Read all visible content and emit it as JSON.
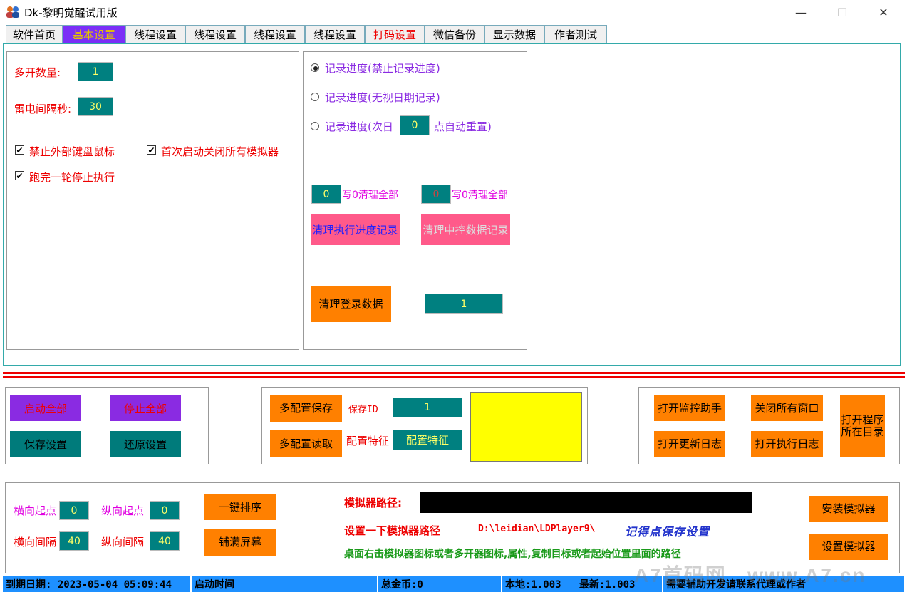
{
  "window": {
    "title": "Dk-黎明觉醒试用版",
    "minimize": "—",
    "maximize": "☐",
    "close": "✕"
  },
  "tabs": [
    {
      "label": "软件首页"
    },
    {
      "label": "基本设置"
    },
    {
      "label": "线程设置"
    },
    {
      "label": "线程设置"
    },
    {
      "label": "线程设置"
    },
    {
      "label": "线程设置"
    },
    {
      "label": "打码设置"
    },
    {
      "label": "微信备份"
    },
    {
      "label": "显示数据"
    },
    {
      "label": "作者测试"
    }
  ],
  "left_panel": {
    "multi_open_label": "多开数量:",
    "multi_open_value": "1",
    "interval_label": "雷电间隔秒:",
    "interval_value": "30",
    "check1": {
      "label": "禁止外部键盘鼠标",
      "mark": "✔"
    },
    "check2": {
      "label": "首次启动关闭所有模拟器",
      "mark": "✔"
    },
    "check3": {
      "label": "跑完一轮停止执行",
      "mark": "✔"
    }
  },
  "mid_panel": {
    "radio1": "记录进度(禁止记录进度)",
    "radio2": "记录进度(无视日期记录)",
    "radio3_a": "记录进度(次日",
    "radio3_value": "0",
    "radio3_b": "点自动重置)",
    "clear_val1": "0",
    "clear_label1": "写0清理全部",
    "clear_val2": "0",
    "clear_label2": "写0清理全部",
    "clear_exec_btn": "清理执行进度记录",
    "clear_ctrl_btn": "清理中控数据记录",
    "clear_login_btn": "清理登录数据",
    "login_value": "1"
  },
  "controls": {
    "start_all": "启动全部",
    "stop_all": "停止全部",
    "save_settings": "保存设置",
    "restore_settings": "还原设置",
    "multi_save": "多配置保存",
    "save_id_label": "保存ID",
    "save_id_value": "1",
    "multi_read": "多配置读取",
    "config_feature_label": "配置特征",
    "config_feature_value": "配置特征",
    "open_monitor": "打开监控助手",
    "close_all_windows": "关闭所有窗口",
    "open_update_log": "打开更新日志",
    "open_exec_log": "打开执行日志",
    "open_dir_line1": "打开程序",
    "open_dir_line2": "所在目录"
  },
  "layout_panel": {
    "h_start_label": "横向起点",
    "h_start_value": "0",
    "v_start_label": "纵向起点",
    "v_start_value": "0",
    "h_gap_label": "横向间隔",
    "h_gap_value": "40",
    "v_gap_label": "纵向间隔",
    "v_gap_value": "40",
    "sort_btn": "一键排序",
    "fill_btn": "铺满屏幕",
    "emu_path_label": "模拟器路径:",
    "emu_path_value": "",
    "set_path_hint": "设置一下模拟器路径",
    "path_example": "D:\\leidian\\LDPlayer9\\",
    "remember_hint": "记得点保存设置",
    "desktop_hint": "桌面右击模拟器图标或者多开器图标,属性,复制目标或者起始位置里面的路径",
    "install_btn": "安装模拟器",
    "config_btn": "设置模拟器"
  },
  "statusbar": {
    "expire": "到期日期: 2023-05-04 05:09:44",
    "start_time": "启动时间",
    "total_gold": "总金币:0",
    "version": "本地:1.003   最新:1.003",
    "contact": "需要辅助开发请联系代理或作者"
  },
  "watermark": "A7首码网   www.A7.cn",
  "colors": {
    "accent_purple": "#8a2be2",
    "teal": "#008080",
    "orange": "#ff8000",
    "pink": "#ff5a8a",
    "status_blue": "#1e90ff",
    "yellow": "#ffff00"
  }
}
